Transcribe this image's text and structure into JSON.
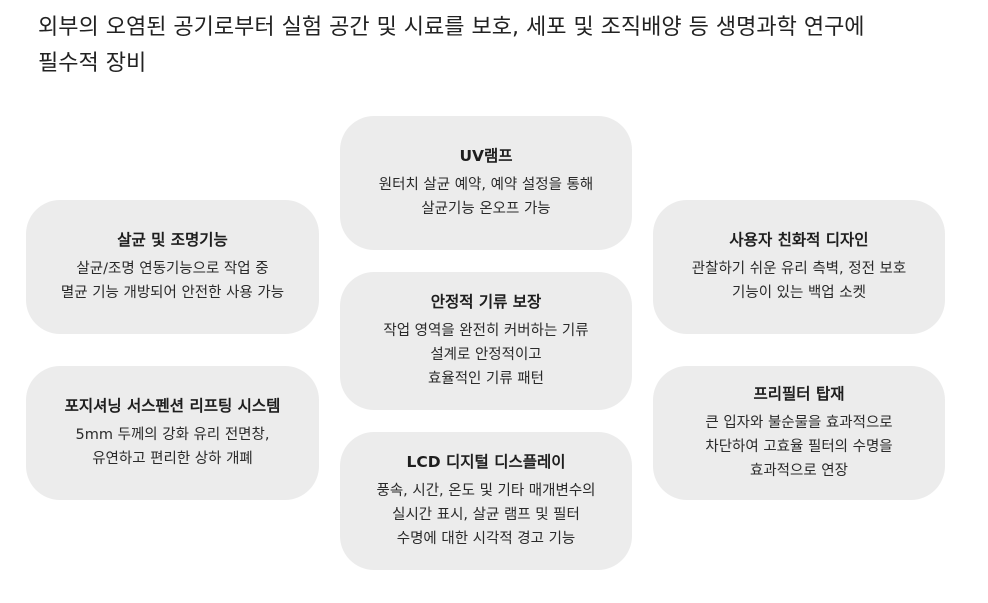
{
  "intro": {
    "line1": "외부의 오염된 공기로부터 실험 공간 및 시료를 보호, 세포 및 조직배양 등 생명과학 연구에",
    "line2": "필수적 장비"
  },
  "cards": {
    "uv": {
      "title": "UV램프",
      "desc": "원터치 살균 예약, 예약 설정을 통해\n살균기능 온오프 가능"
    },
    "sterilize": {
      "title": "살균 및 조명기능",
      "desc": "살균/조명 연동기능으로 작업 중\n멸균 기능 개방되어 안전한 사용 가능"
    },
    "user": {
      "title": "사용자 친화적 디자인",
      "desc": "관찰하기 쉬운 유리 측벽, 정전 보호\n기능이 있는 백업 소켓"
    },
    "airflow": {
      "title": "안정적 기류 보장",
      "desc": "작업 영역을 완전히 커버하는 기류\n설계로 안정적이고\n효율적인 기류 패턴"
    },
    "position": {
      "title": "포지셔닝 서스펜션 리프팅 시스템",
      "desc": "5mm 두께의 강화 유리 전면창,\n유연하고 편리한 상하 개폐"
    },
    "prefilter": {
      "title": "프리필터 탑재",
      "desc": "큰 입자와 불순물을 효과적으로\n차단하여 고효율 필터의 수명을\n효과적으로 연장"
    },
    "lcd": {
      "title": "LCD 디지털 디스플레이",
      "desc": "풍속, 시간, 온도 및 기타 매개변수의\n실시간 표시, 살균 램프 및 필터\n수명에 대한 시각적 경고 기능"
    }
  }
}
